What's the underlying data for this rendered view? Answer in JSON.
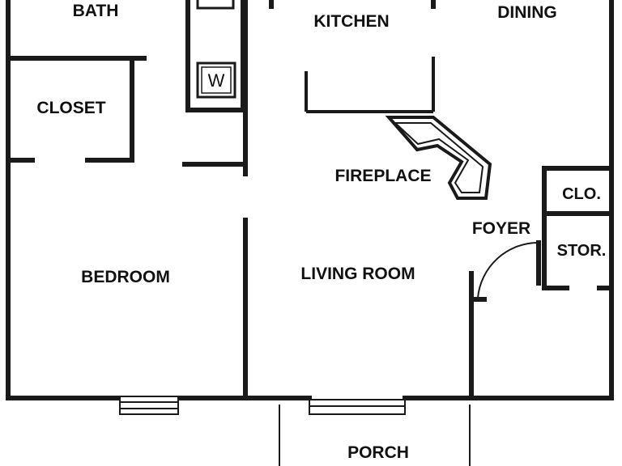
{
  "rooms": {
    "bath": "BATH",
    "kitchen": "KITCHEN",
    "dining": "DINING",
    "closet": "CLOSET",
    "fireplace": "FIREPLACE",
    "clo": "CLO.",
    "foyer": "FOYER",
    "storage": "STOR.",
    "bedroom": "BEDROOM",
    "living_room": "LIVING ROOM",
    "porch": "PORCH"
  },
  "appliances": {
    "washer": "W"
  }
}
